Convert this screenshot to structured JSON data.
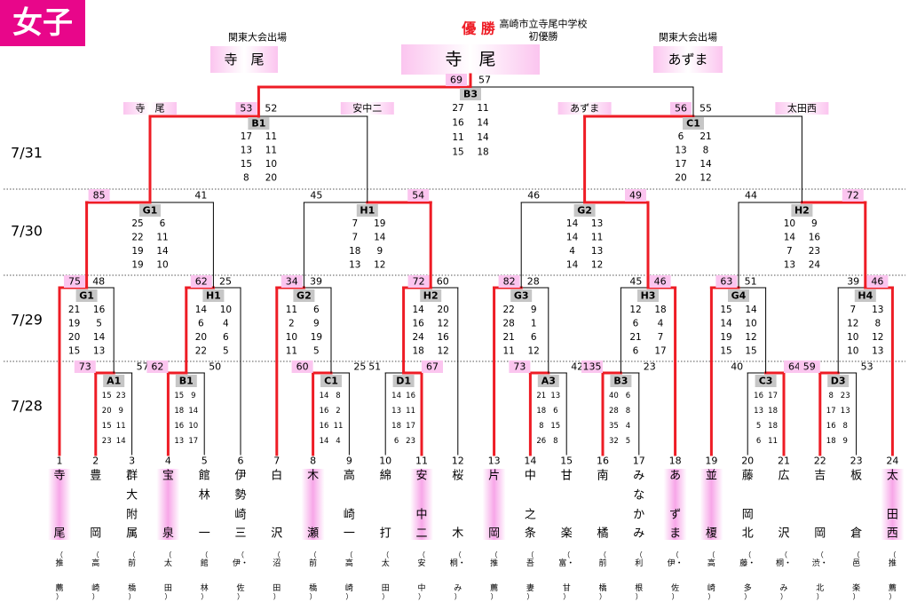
{
  "header": {
    "category": "女子",
    "champion_label": "優 勝",
    "champion": "寺　尾",
    "champion_note": [
      "高崎市立寺尾中学校",
      "初優勝"
    ],
    "kanto_label": "関東大会出場",
    "kanto_left": "寺　尾",
    "kanto_right": "あずま"
  },
  "dates": [
    "7/31",
    "7/30",
    "7/29",
    "7/28"
  ],
  "teams": [
    {
      "no": "1",
      "name": [
        "寺",
        "",
        "",
        "尾"
      ],
      "school": [
        "推",
        "薦"
      ],
      "hl": true
    },
    {
      "no": "2",
      "name": [
        "豊",
        "",
        "",
        "岡"
      ],
      "school": [
        "高",
        "崎"
      ],
      "hl": false
    },
    {
      "no": "3",
      "name": [
        "群",
        "大",
        "附",
        "属"
      ],
      "school": [
        "前",
        "橋"
      ],
      "hl": false
    },
    {
      "no": "4",
      "name": [
        "宝",
        "",
        "",
        "泉"
      ],
      "school": [
        "太",
        "田"
      ],
      "hl": true
    },
    {
      "no": "5",
      "name": [
        "館",
        "林",
        "",
        "一"
      ],
      "school": [
        "館",
        "林"
      ],
      "hl": false
    },
    {
      "no": "6",
      "name": [
        "伊",
        "勢",
        "崎",
        "三"
      ],
      "school": [
        "伊・",
        "佐"
      ],
      "hl": false
    },
    {
      "no": "7",
      "name": [
        "白",
        "",
        "",
        "沢"
      ],
      "school": [
        "沼",
        "田"
      ],
      "hl": false
    },
    {
      "no": "8",
      "name": [
        "木",
        "",
        "",
        "瀬"
      ],
      "school": [
        "前",
        "橋"
      ],
      "hl": true
    },
    {
      "no": "9",
      "name": [
        "高",
        "",
        "崎",
        "一"
      ],
      "school": [
        "高",
        "崎"
      ],
      "hl": false
    },
    {
      "no": "10",
      "name": [
        "綿",
        "",
        "",
        "打"
      ],
      "school": [
        "太",
        "田"
      ],
      "hl": false
    },
    {
      "no": "11",
      "name": [
        "安",
        "",
        "中",
        "二"
      ],
      "school": [
        "安",
        "中"
      ],
      "hl": true
    },
    {
      "no": "12",
      "name": [
        "桜",
        "",
        "",
        "木"
      ],
      "school": [
        "桐・",
        "み"
      ],
      "hl": false
    },
    {
      "no": "13",
      "name": [
        "片",
        "",
        "",
        "岡"
      ],
      "school": [
        "推",
        "薦"
      ],
      "hl": true
    },
    {
      "no": "14",
      "name": [
        "中",
        "",
        "之",
        "条"
      ],
      "school": [
        "吾",
        "妻"
      ],
      "hl": false
    },
    {
      "no": "15",
      "name": [
        "甘",
        "",
        "",
        "楽"
      ],
      "school": [
        "富・",
        "甘"
      ],
      "hl": false
    },
    {
      "no": "16",
      "name": [
        "南",
        "",
        "",
        "橘"
      ],
      "school": [
        "前",
        "橋"
      ],
      "hl": false
    },
    {
      "no": "17",
      "name": [
        "み",
        "な",
        "か",
        "み"
      ],
      "school": [
        "利",
        "根"
      ],
      "hl": false
    },
    {
      "no": "18",
      "name": [
        "あ",
        "",
        "ず",
        "ま"
      ],
      "school": [
        "伊・",
        "佐"
      ],
      "hl": true
    },
    {
      "no": "19",
      "name": [
        "並",
        "",
        "",
        "榎"
      ],
      "school": [
        "高",
        "崎"
      ],
      "hl": true
    },
    {
      "no": "20",
      "name": [
        "藤",
        "",
        "岡",
        "北"
      ],
      "school": [
        "藤・",
        "多"
      ],
      "hl": false
    },
    {
      "no": "21",
      "name": [
        "広",
        "",
        "",
        "沢"
      ],
      "school": [
        "桐・",
        "み"
      ],
      "hl": false
    },
    {
      "no": "22",
      "name": [
        "吉",
        "",
        "",
        "岡"
      ],
      "school": [
        "渋・",
        "北"
      ],
      "hl": false
    },
    {
      "no": "23",
      "name": [
        "板",
        "",
        "",
        "倉"
      ],
      "school": [
        "邑",
        "楽"
      ],
      "hl": false
    },
    {
      "no": "24",
      "name": [
        "太",
        "",
        "田",
        "西"
      ],
      "school": [
        "推",
        "薦"
      ],
      "hl": true
    }
  ],
  "r1": [
    {
      "label": "A1",
      "teams": [
        2,
        3
      ],
      "winner": 0,
      "scores": [
        "73",
        "57"
      ],
      "sets": [
        [
          "15",
          "23"
        ],
        [
          "20",
          "9"
        ],
        [
          "15",
          "11"
        ],
        [
          "23",
          "14"
        ]
      ]
    },
    {
      "label": "B1",
      "teams": [
        4,
        5
      ],
      "winner": 0,
      "scores": [
        "62",
        "50"
      ],
      "sets": [
        [
          "15",
          "9"
        ],
        [
          "18",
          "14"
        ],
        [
          "16",
          "10"
        ],
        [
          "13",
          "17"
        ]
      ]
    },
    {
      "label": "C1",
      "teams": [
        8,
        9
      ],
      "winner": 0,
      "scores": [
        "60",
        "25"
      ],
      "sets": [
        [
          "14",
          "8"
        ],
        [
          "16",
          "2"
        ],
        [
          "16",
          "11"
        ],
        [
          "14",
          "4"
        ]
      ]
    },
    {
      "label": "D1",
      "teams": [
        10,
        11
      ],
      "winner": 1,
      "scores": [
        "51",
        "67"
      ],
      "sets": [
        [
          "14",
          "16"
        ],
        [
          "13",
          "11"
        ],
        [
          "18",
          "17"
        ],
        [
          "6",
          "23"
        ]
      ]
    },
    {
      "label": "A3",
      "teams": [
        14,
        15
      ],
      "winner": 0,
      "scores": [
        "73",
        "42"
      ],
      "sets": [
        [
          "21",
          "13"
        ],
        [
          "18",
          "6"
        ],
        [
          "8",
          "15"
        ],
        [
          "26",
          "8"
        ]
      ]
    },
    {
      "label": "B3",
      "teams": [
        16,
        17
      ],
      "winner": 0,
      "scores": [
        "135",
        "23"
      ],
      "sets": [
        [
          "40",
          "6"
        ],
        [
          "28",
          "8"
        ],
        [
          "35",
          "4"
        ],
        [
          "32",
          "5"
        ]
      ]
    },
    {
      "label": "C3",
      "teams": [
        20,
        21
      ],
      "winner": 1,
      "scores": [
        "40",
        "64"
      ],
      "sets": [
        [
          "16",
          "17"
        ],
        [
          "13",
          "18"
        ],
        [
          "5",
          "18"
        ],
        [
          "6",
          "11"
        ]
      ]
    },
    {
      "label": "D3",
      "teams": [
        22,
        23
      ],
      "winner": 0,
      "scores": [
        "59",
        "53"
      ],
      "sets": [
        [
          "8",
          "23"
        ],
        [
          "17",
          "13"
        ],
        [
          "16",
          "8"
        ],
        [
          "18",
          "9"
        ]
      ]
    }
  ],
  "r2": [
    {
      "label": "G1",
      "winner": 0,
      "scores": [
        "75",
        "48"
      ],
      "sets": [
        [
          "21",
          "16"
        ],
        [
          "19",
          "5"
        ],
        [
          "20",
          "14"
        ],
        [
          "15",
          "13"
        ]
      ]
    },
    {
      "label": "H1",
      "winner": 0,
      "scores": [
        "62",
        "25"
      ],
      "sets": [
        [
          "14",
          "10"
        ],
        [
          "6",
          "4"
        ],
        [
          "20",
          "6"
        ],
        [
          "22",
          "5"
        ]
      ]
    },
    {
      "label": "G2",
      "winner": 0,
      "scores": [
        "34",
        "39"
      ],
      "sets": [
        [
          "11",
          "6"
        ],
        [
          "2",
          "9"
        ],
        [
          "10",
          "19"
        ],
        [
          "11",
          "5"
        ]
      ]
    },
    {
      "label": "H2",
      "winner": 0,
      "scores": [
        "72",
        "60"
      ],
      "sets": [
        [
          "14",
          "20"
        ],
        [
          "16",
          "12"
        ],
        [
          "24",
          "16"
        ],
        [
          "18",
          "12"
        ]
      ]
    },
    {
      "label": "G3",
      "winner": 0,
      "scores": [
        "82",
        "28"
      ],
      "sets": [
        [
          "22",
          "9"
        ],
        [
          "28",
          "1"
        ],
        [
          "21",
          "6"
        ],
        [
          "11",
          "12"
        ]
      ]
    },
    {
      "label": "H3",
      "winner": 1,
      "scores": [
        "45",
        "46"
      ],
      "sets": [
        [
          "12",
          "18"
        ],
        [
          "6",
          "4"
        ],
        [
          "21",
          "7"
        ],
        [
          "6",
          "17"
        ]
      ]
    },
    {
      "label": "G4",
      "winner": 0,
      "scores": [
        "63",
        "51"
      ],
      "sets": [
        [
          "15",
          "14"
        ],
        [
          "14",
          "10"
        ],
        [
          "19",
          "12"
        ],
        [
          "15",
          "15"
        ]
      ]
    },
    {
      "label": "H4",
      "winner": 1,
      "scores": [
        "39",
        "46"
      ],
      "sets": [
        [
          "7",
          "13"
        ],
        [
          "12",
          "8"
        ],
        [
          "10",
          "12"
        ],
        [
          "10",
          "13"
        ]
      ]
    }
  ],
  "r3": [
    {
      "label": "G1",
      "winner": 0,
      "scores": [
        "85",
        "41"
      ],
      "sets": [
        [
          "25",
          "6"
        ],
        [
          "22",
          "11"
        ],
        [
          "19",
          "14"
        ],
        [
          "19",
          "10"
        ]
      ]
    },
    {
      "label": "H1",
      "winner": 1,
      "scores": [
        "45",
        "54"
      ],
      "sets": [
        [
          "7",
          "19"
        ],
        [
          "7",
          "14"
        ],
        [
          "18",
          "9"
        ],
        [
          "13",
          "12"
        ]
      ]
    },
    {
      "label": "G2",
      "winner": 1,
      "scores": [
        "46",
        "49"
      ],
      "sets": [
        [
          "14",
          "13"
        ],
        [
          "14",
          "11"
        ],
        [
          "4",
          "13"
        ],
        [
          "14",
          "12"
        ]
      ]
    },
    {
      "label": "H2",
      "winner": 1,
      "scores": [
        "44",
        "72"
      ],
      "sets": [
        [
          "10",
          "9"
        ],
        [
          "14",
          "16"
        ],
        [
          "7",
          "23"
        ],
        [
          "13",
          "24"
        ]
      ]
    }
  ],
  "r4": [
    {
      "label": "B1",
      "winner": 0,
      "scores": [
        "53",
        "52"
      ],
      "names": [
        "寺　尾",
        "安中二"
      ],
      "sets": [
        [
          "17",
          "11"
        ],
        [
          "13",
          "11"
        ],
        [
          "15",
          "10"
        ],
        [
          "8",
          "20"
        ]
      ]
    },
    {
      "label": "C1",
      "winner": 0,
      "scores": [
        "56",
        "55"
      ],
      "names": [
        "あずま",
        "太田西"
      ],
      "sets": [
        [
          "6",
          "21"
        ],
        [
          "13",
          "8"
        ],
        [
          "17",
          "14"
        ],
        [
          "20",
          "12"
        ]
      ]
    }
  ],
  "final": {
    "label": "B3",
    "winner": 0,
    "scores": [
      "69",
      "57"
    ],
    "sets": [
      [
        "27",
        "11"
      ],
      [
        "16",
        "14"
      ],
      [
        "11",
        "14"
      ],
      [
        "15",
        "18"
      ]
    ]
  },
  "colors": {
    "win": "#ee1c25",
    "lose": "#000000",
    "accent": "#e8068a",
    "pink": "#fbc5ef",
    "label_bg": "#c6c6c6"
  }
}
